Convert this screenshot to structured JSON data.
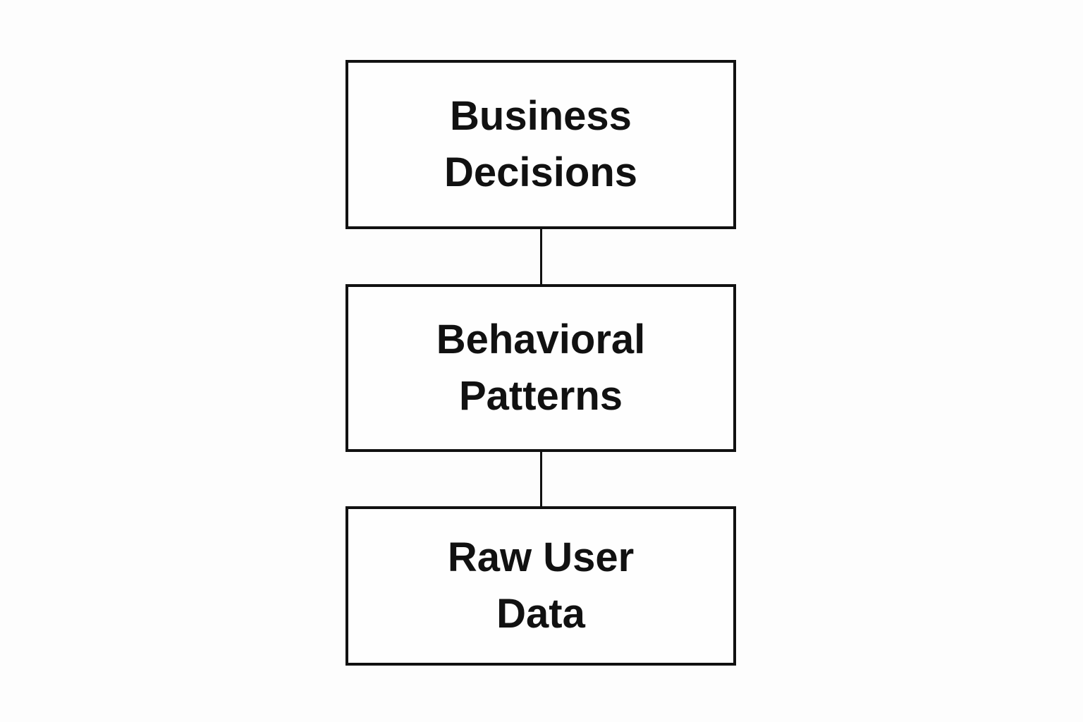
{
  "diagram": {
    "type": "flowchart",
    "orientation": "vertical",
    "nodes": [
      {
        "id": "business-decisions",
        "label": "Business\nDecisions"
      },
      {
        "id": "behavioral-patterns",
        "label": "Behavioral\nPatterns"
      },
      {
        "id": "raw-user-data",
        "label": "Raw User\nData"
      }
    ],
    "edges": [
      {
        "from": "business-decisions",
        "to": "behavioral-patterns",
        "style": "plain-line"
      },
      {
        "from": "behavioral-patterns",
        "to": "raw-user-data",
        "style": "plain-line"
      }
    ],
    "colors": {
      "background": "#fdfdfd",
      "node_fill": "#fefefe",
      "node_border": "#111111",
      "text": "#111111",
      "connector": "#111111"
    }
  }
}
